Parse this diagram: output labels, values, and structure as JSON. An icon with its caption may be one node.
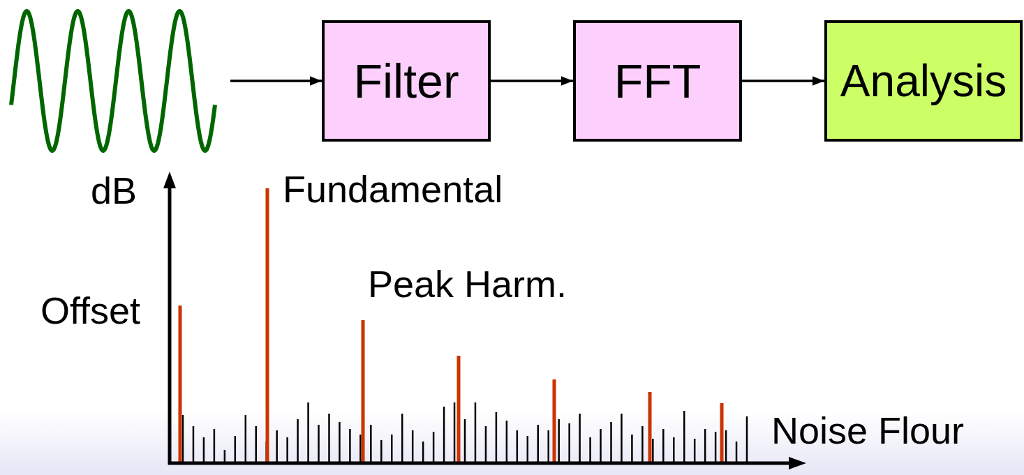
{
  "diagram": {
    "nodes": [
      {
        "text": [],
        "shape": "picture"
      },
      {
        "text": [
          "Filter"
        ]
      },
      {
        "text": [
          "FFT"
        ]
      },
      {
        "text": [
          "Analysis"
        ]
      }
    ],
    "edges": [
      {
        "from": 0,
        "to": 1,
        "arrow": "to"
      },
      {
        "from": 1,
        "to": 2,
        "arrow": "to"
      },
      {
        "from": 2,
        "to": 3,
        "arrow": "to"
      }
    ],
    "labels": [
      "dB",
      "Fundamental",
      "Peak Harm.",
      "Offset",
      "Noise Flour"
    ]
  }
}
